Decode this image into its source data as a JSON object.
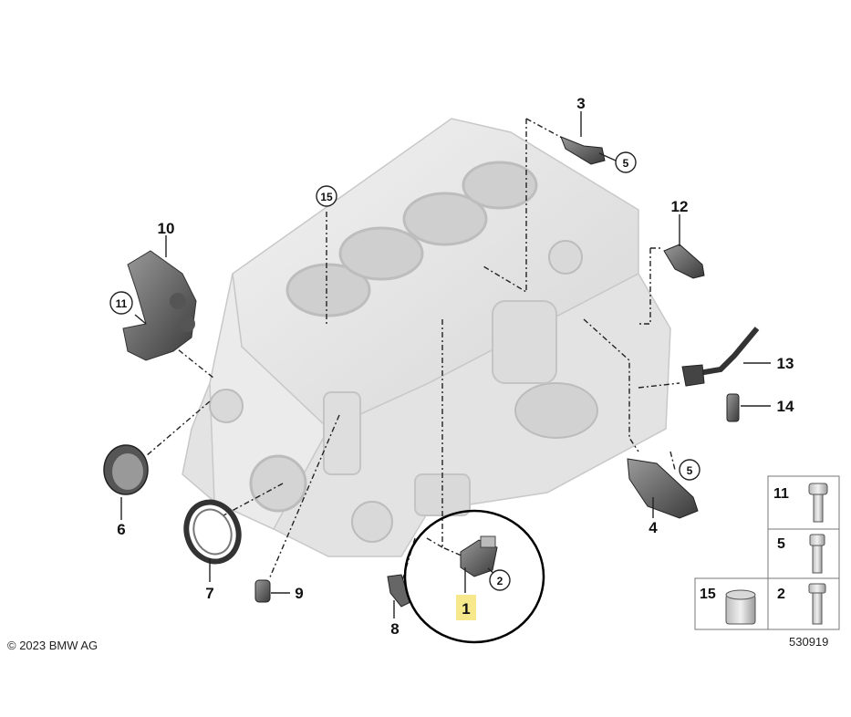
{
  "diagram": {
    "copyright": "© 2023 BMW AG",
    "drawing_number": "530919",
    "callouts": {
      "c1": "1",
      "c2": "2",
      "c3": "3",
      "c4": "4",
      "c5a": "5",
      "c5b": "5",
      "c6": "6",
      "c7": "7",
      "c8": "8",
      "c9": "9",
      "c10": "10",
      "c11": "11",
      "c12": "12",
      "c13": "13",
      "c14": "14",
      "c15": "15"
    },
    "legend": {
      "r1": "11",
      "r2": "5",
      "r3": "2",
      "r4": "15"
    },
    "highlight_color": "#f7e98b",
    "circle_color": "#000000"
  }
}
